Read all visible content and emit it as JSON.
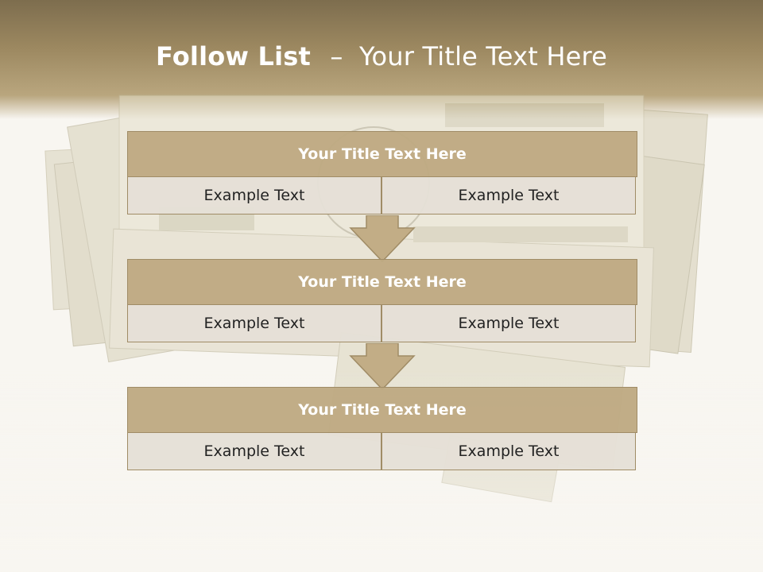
{
  "slide": {
    "title_bold": "Follow List",
    "title_sep": "–",
    "title_rest": "Your Title Text Here"
  },
  "blocks": [
    {
      "title": "Your Title Text Here",
      "left": "Example Text",
      "right": "Example Text"
    },
    {
      "title": "Your Title Text Here",
      "left": "Example Text",
      "right": "Example Text"
    },
    {
      "title": "Your Title Text Here",
      "left": "Example Text",
      "right": "Example Text"
    }
  ],
  "colors": {
    "header": "#9c8860",
    "block_title_fill": "#beaa82",
    "cell_fill": "#e5e0d6",
    "border": "#a08c66"
  },
  "background_image": "stack-of-hundred-dollar-bills"
}
